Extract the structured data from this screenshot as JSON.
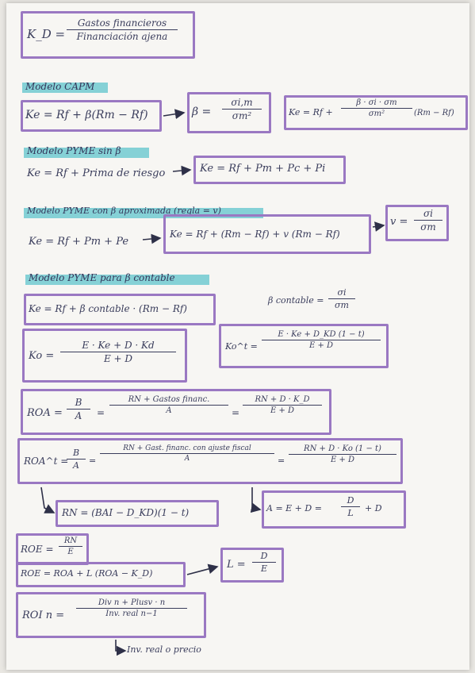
{
  "f_kd": {
    "lhs": "K_D =",
    "num": "Gastos financieros",
    "den": "Financiación ajena"
  },
  "h_capm": "Modelo CAPM",
  "f_capm_ke": "Ke = Rf + β(Rm − Rf)",
  "f_beta": {
    "lhs": "β =",
    "num": "σi,m",
    "den": "σm²"
  },
  "f_capm_ke2": {
    "lhs": "Ke = Rf +",
    "num": "β · σi · σm",
    "den": "σm²",
    "tail": "(Rm − Rf)"
  },
  "h_pyme": "Modelo PYME sin β",
  "f_pyme_ke": "Ke = Rf + Prima de riesgo",
  "f_pyme_ke2": "Ke = Rf + Pm + Pc + Pi",
  "h_pyme_aprox": "Modelo PYME con β aproximada (regla = v)",
  "f_aprox_ke": "Ke = Rf + Pm + Pe",
  "f_aprox_ke2": "Ke = Rf + (Rm − Rf) + v (Rm − Rf)",
  "f_v": {
    "lhs": "v =",
    "num": "σi",
    "den": "σm"
  },
  "h_contable": "Modelo PYME para β contable",
  "f_contable_ke": "Ke = Rf + β contable · (Rm − Rf)",
  "f_beta_cont": {
    "lhs": "β contable =",
    "num": "σi",
    "den": "σm"
  },
  "f_ko": {
    "lhs": "Ko =",
    "num": "E · Ke + D · Kd",
    "den": "E + D"
  },
  "f_kot": {
    "lhs": "Ko^t =",
    "num": "E · Ke + D_KD (1 − t)",
    "den": "E + D"
  },
  "f_roa": {
    "lhs": "ROA =",
    "n1": "B",
    "d1": "A",
    "eq1": "=",
    "n2": "RN + Gastos financ.",
    "d2": "A",
    "eq2": "=",
    "n3": "RN + D · K_D",
    "d3": "E + D"
  },
  "f_roat": {
    "lhs": "ROA^t =",
    "n1": "B",
    "d1": "A",
    "eq1": "=",
    "n2": "RN + Gast. financ. con ajuste fiscal",
    "d2": "A",
    "eq2": "=",
    "n3": "RN + D · Ko (1 − t)",
    "d3": "E + D"
  },
  "f_rn": "RN = (BAI − D_KD)(1 − t)",
  "f_a": {
    "lhs": "A = E + D =",
    "num": "D",
    "den": "L",
    "tail": "+ D"
  },
  "f_roe1": {
    "lhs": "ROE =",
    "num": "RN",
    "den": "E"
  },
  "f_roe2": "ROE = ROA + L (ROA − K_D)",
  "f_l": {
    "lhs": "L =",
    "num": "D",
    "den": "E"
  },
  "f_roi": {
    "lhs": "ROI n =",
    "num": "Div n + Plusv · n",
    "den": "Inv. real n−1"
  },
  "note_inv": "Inv. real o precio",
  "colors": {
    "box": "#9a78c2",
    "highlight": "#5fc4cc",
    "ink": "#3a3d5c"
  }
}
